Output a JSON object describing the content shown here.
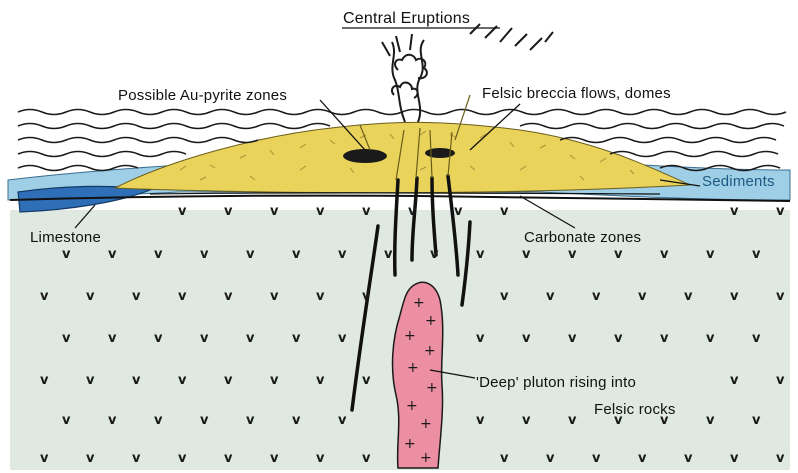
{
  "diagram": {
    "title": "Central Eruptions",
    "labels": {
      "au_pyrite": "Possible Au-pyrite zones",
      "felsic_breccia": "Felsic breccia flows, domes",
      "sediments": "Sediments",
      "limestone": "Limestone",
      "carbonate": "Carbonate zones",
      "pluton_line1": "'Deep' pluton rising into",
      "pluton_line2": "Felsic rocks"
    },
    "colors": {
      "background": "#ffffff",
      "felsic_rock": "#dfe9e2",
      "volcanic_pile": "#e9d35a",
      "sediments": "#9fcfe6",
      "limestone": "#2f6fb8",
      "pluton": "#ec8fa2",
      "ink": "#111111"
    },
    "symbols": {
      "felsic_rock_mark": "v",
      "pluton_mark": "+"
    }
  }
}
